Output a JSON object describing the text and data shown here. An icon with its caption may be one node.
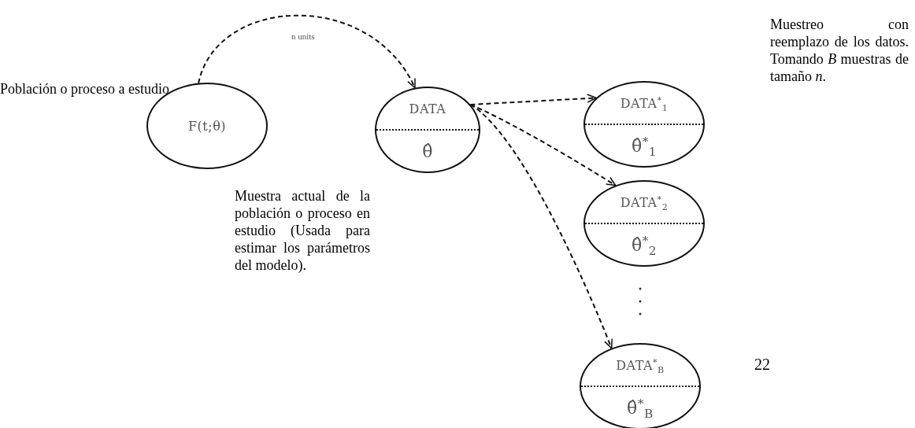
{
  "diagram": {
    "nodes": [
      {
        "text": [
          "F(t;θ)"
        ],
        "beside": [
          "Población o proceso a estudio"
        ]
      },
      {
        "text": [
          "DATA",
          "θ̂"
        ],
        "beside": [
          "Muestra actual de la población o proceso en estudio (Usada para estimar los parámetros del modelo)."
        ]
      },
      {
        "text": [
          "DATA$^{*}$$_{1}$",
          "θ̂$^{*}$$_{1}$"
        ]
      },
      {
        "text": [
          "DATA$^{*}$$_{2}$",
          "θ̂$^{*}$$_{2}$"
        ]
      },
      {
        "text": [
          "DATA$^{*}$$_{B}$",
          "θ̂$^{*}$$_{B}$"
        ]
      }
    ],
    "edges": [
      {
        "from": 0,
        "to": 1,
        "arrow": "to",
        "label": "n units",
        "style": "dashed"
      },
      {
        "from": 1,
        "to": 2,
        "arrow": "to",
        "style": "dashed"
      },
      {
        "from": 1,
        "to": 3,
        "arrow": "to",
        "style": "dashed"
      },
      {
        "from": 1,
        "to": 4,
        "arrow": "to",
        "style": "dashed"
      }
    ],
    "labels": [
      "Muestreo con reemplazo de los datos. Tomando *B* muestras de tamaño *n*.",
      "22"
    ]
  }
}
